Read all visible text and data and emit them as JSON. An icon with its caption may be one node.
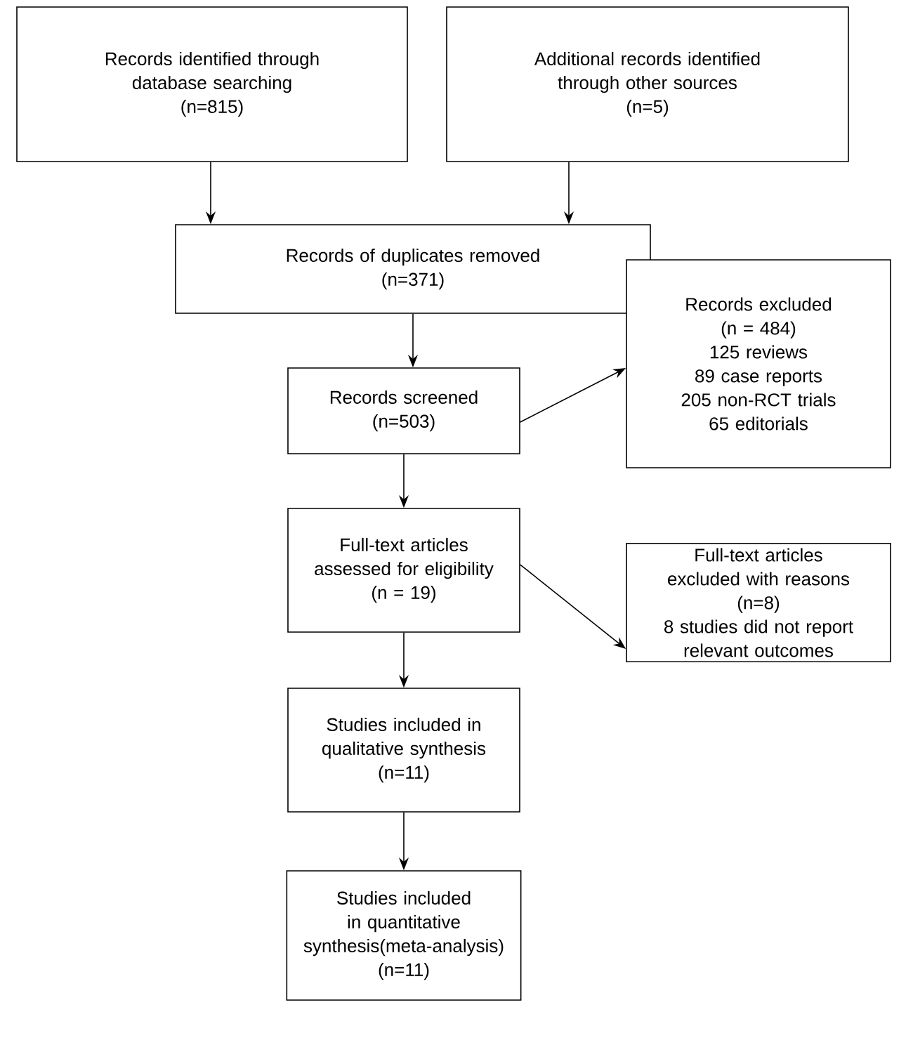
{
  "diagram": {
    "nodes": [
      {
        "text": [
          "Records identified through database searching",
          "(n=815)"
        ]
      },
      {
        "text": [
          "Additional records identified through other sources",
          "(n=5)"
        ]
      },
      {
        "text": [
          "Records of duplicates removed",
          "(n=371)"
        ]
      },
      {
        "text": [
          "Records screened",
          "(n=503)"
        ]
      },
      {
        "text": [
          "Records excluded",
          "(n = 484)",
          "125 reviews",
          "89 case reports",
          "205 non-RCT trials",
          "65 editorials"
        ]
      },
      {
        "text": [
          "Full-text articles assessed for eligibility",
          "(n = 19)"
        ]
      },
      {
        "text": [
          "Full-text articles excluded with reasons",
          "(n=8)",
          "8 studies did not report relevant outcomes"
        ]
      },
      {
        "text": [
          "Studies included in qualitative synthesis",
          "(n=11)"
        ]
      },
      {
        "text": [
          "Studies included in quantitative synthesis(meta-analysis)",
          "(n=11)"
        ]
      }
    ],
    "edges": [
      {
        "from": 0,
        "to": 2,
        "arrow": "to"
      },
      {
        "from": 1,
        "to": 2,
        "arrow": "to"
      },
      {
        "from": 2,
        "to": 3,
        "arrow": "to"
      },
      {
        "from": 3,
        "to": 4,
        "arrow": "to"
      },
      {
        "from": 3,
        "to": 5,
        "arrow": "to"
      },
      {
        "from": 5,
        "to": 6,
        "arrow": "to"
      },
      {
        "from": 5,
        "to": 7,
        "arrow": "to"
      },
      {
        "from": 7,
        "to": 8,
        "arrow": "to"
      }
    ]
  }
}
